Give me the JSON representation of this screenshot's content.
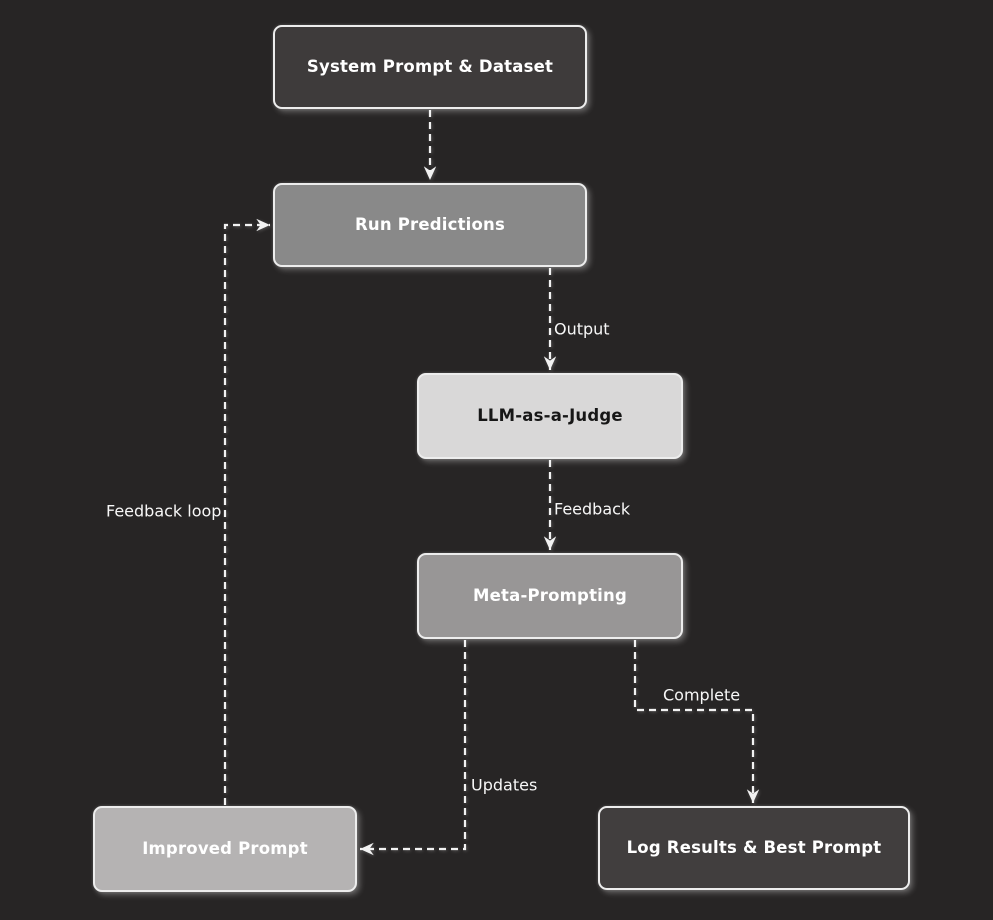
{
  "diagram": {
    "type": "flowchart",
    "direction": "top-down",
    "background": "#272525",
    "edge_color": "#f2f2f2",
    "edge_label_color": "#f7f7f7",
    "node_border_color": "#ededed",
    "edge_style": "dashed",
    "nodes": {
      "system_dataset": {
        "label": "System Prompt & Dataset",
        "fill": "#3e3b3b",
        "text_color": "#ffffff"
      },
      "run_predictions": {
        "label": "Run Predictions",
        "fill": "#898989",
        "text_color": "#ffffff"
      },
      "llm_judge": {
        "label": "LLM-as-a-Judge",
        "fill": "#d9d8d8",
        "text_color": "#171717"
      },
      "meta_prompting": {
        "label": "Meta-Prompting",
        "fill": "#989696",
        "text_color": "#ffffff"
      },
      "improved_prompt": {
        "label": "Improved Prompt",
        "fill": "#b5b3b3",
        "text_color": "#ffffff"
      },
      "log_results": {
        "label": "Log Results & Best Prompt",
        "fill": "#413e3e",
        "text_color": "#ffffff"
      }
    },
    "edges": {
      "system_to_run": {
        "from": "system_dataset",
        "to": "run_predictions",
        "label": ""
      },
      "run_to_judge": {
        "from": "run_predictions",
        "to": "llm_judge",
        "label": "Output"
      },
      "judge_to_meta": {
        "from": "llm_judge",
        "to": "meta_prompting",
        "label": "Feedback"
      },
      "meta_to_improved": {
        "from": "meta_prompting",
        "to": "improved_prompt",
        "label": "Updates"
      },
      "meta_to_log": {
        "from": "meta_prompting",
        "to": "log_results",
        "label": "Complete"
      },
      "improved_to_run": {
        "from": "improved_prompt",
        "to": "run_predictions",
        "label": "Feedback loop"
      }
    }
  }
}
